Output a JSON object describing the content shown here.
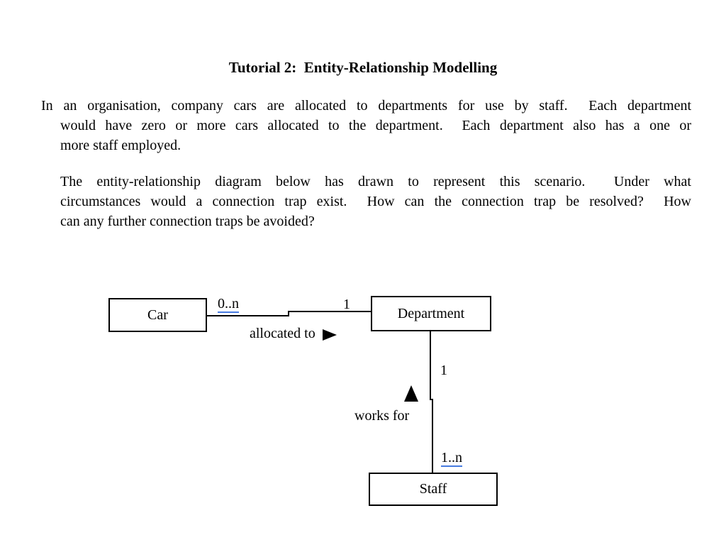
{
  "page": {
    "title": "Tutorial 2:  Entity-Relationship Modelling",
    "paragraphs": [
      {
        "lines": [
          "In an organisation, company cars are allocated to departments for use by staff.  Each department",
          "would have zero or more cars allocated to the department.  Each department also has a one or",
          "more staff employed."
        ]
      },
      {
        "lines": [
          "The entity-relationship diagram below has drawn to represent this scenario.  Under what",
          "circumstances would a connection trap exist.  How can the connection trap be resolved?  How",
          "can any further connection traps be avoided?"
        ]
      }
    ]
  },
  "diagram": {
    "entities": [
      {
        "id": "car",
        "label": "Car"
      },
      {
        "id": "department",
        "label": "Department"
      },
      {
        "id": "staff",
        "label": "Staff"
      }
    ],
    "relationships": [
      {
        "name": "allocated to",
        "from": "Car",
        "to": "Department",
        "from_cardinality": "0..n",
        "to_cardinality": "1",
        "arrow_direction": "right"
      },
      {
        "name": "works for",
        "from": "Staff",
        "to": "Department",
        "from_cardinality": "1..n",
        "to_cardinality": "1",
        "arrow_direction": "up"
      }
    ],
    "colors": {
      "underline_blue": "#477be0",
      "line_black": "#000000"
    }
  }
}
